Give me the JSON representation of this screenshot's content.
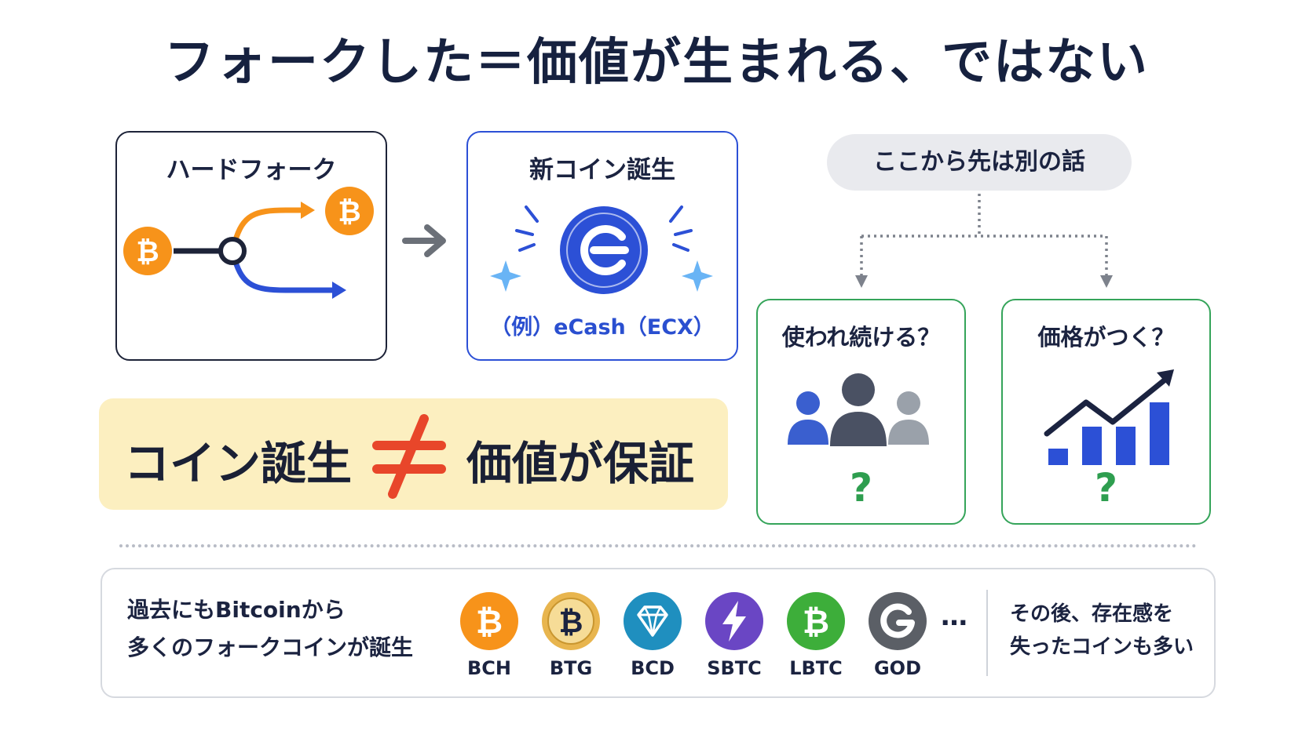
{
  "title": "フォークした＝価値が生まれる、ではない",
  "fork_card": {
    "heading": "ハードフォーク"
  },
  "coin_card": {
    "heading": "新コイン誕生",
    "caption": "（例）eCash（ECX）"
  },
  "branch_pill": "ここから先は別の話",
  "usage_card": {
    "heading": "使われ続ける？",
    "mark": "?"
  },
  "price_card": {
    "heading": "価格がつく？",
    "mark": "?"
  },
  "banner": {
    "left": "コイン誕生",
    "right": "価値が保証"
  },
  "bottom": {
    "left_line1": "過去にもBitcoinから",
    "left_line2": "多くのフォークコインが誕生",
    "coins": [
      {
        "label": "BCH",
        "color": "#f7931a",
        "icon": "bitcoin-icon"
      },
      {
        "label": "BTG",
        "color": "#e8b54e",
        "icon": "bitcoin-gold-icon"
      },
      {
        "label": "BCD",
        "color": "#1f8fbf",
        "icon": "diamond-icon"
      },
      {
        "label": "SBTC",
        "color": "#6a46c4",
        "icon": "lightning-icon"
      },
      {
        "label": "LBTC",
        "color": "#3dae3a",
        "icon": "bitcoin-icon"
      },
      {
        "label": "GOD",
        "color": "#5b5f66",
        "icon": "g-letter-icon"
      }
    ],
    "ellipsis": "…",
    "right_line1": "その後、存在感を",
    "right_line2": "失ったコインも多い"
  },
  "colors": {
    "orange": "#f7931a",
    "blue": "#2c50d6",
    "green": "#35a45a",
    "red": "#e8462a",
    "banner": "#fcefc0"
  }
}
